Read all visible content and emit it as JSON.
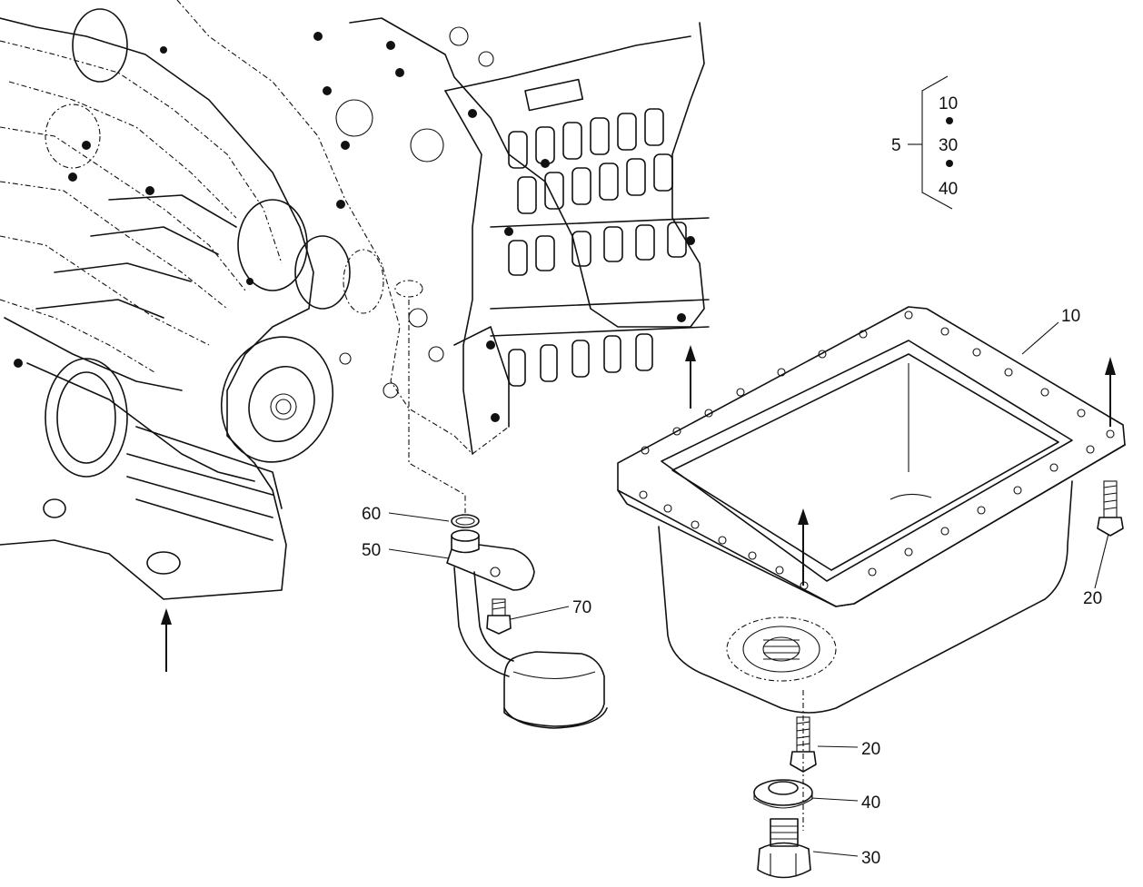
{
  "callouts": {
    "c10": "10",
    "c20_right": "20",
    "c20_bottom": "20",
    "c40": "40",
    "c30": "30",
    "c50": "50",
    "c60": "60",
    "c70": "70"
  },
  "kit": {
    "number": "5",
    "items": [
      "10",
      "30",
      "40"
    ]
  }
}
